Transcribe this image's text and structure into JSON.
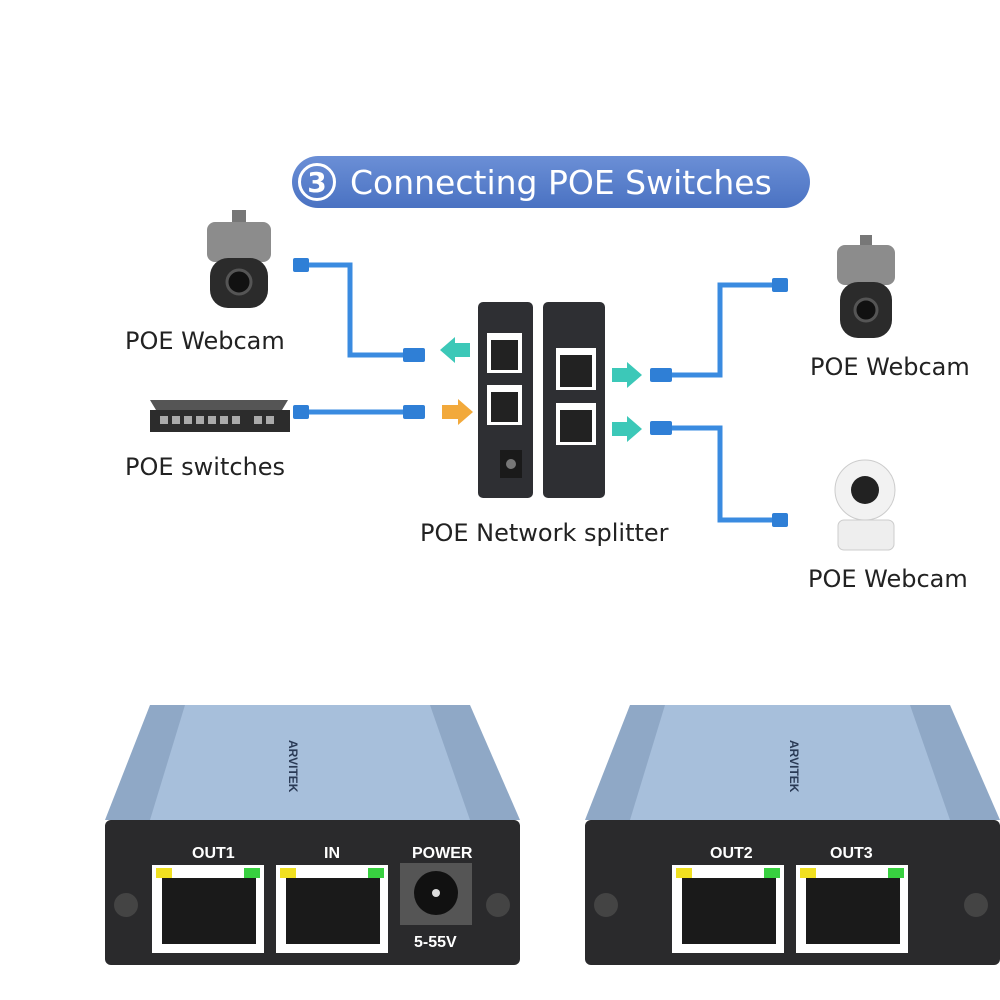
{
  "title": {
    "number": "3",
    "text": "Connecting POE Switches"
  },
  "labels": {
    "webcam_left": "POE Webcam",
    "switches": "POE switches",
    "splitter": "POE Network splitter",
    "webcam_right_top": "POE Webcam",
    "webcam_right_bottom": "POE Webcam"
  },
  "device_left": {
    "brand": "ARVITEK",
    "ports": [
      "OUT1",
      "IN",
      "POWER"
    ],
    "voltage": "5-55V"
  },
  "device_right": {
    "brand": "ARVITEK",
    "ports": [
      "OUT2",
      "OUT3"
    ]
  },
  "colors": {
    "title_pill": "#4f7cc9",
    "cable": "#3a8be0",
    "arrow_in": "#f2a93b",
    "arrow_out": "#3cc8b8",
    "device_body": "#8fa8c6",
    "device_face": "#2a2a2c"
  }
}
